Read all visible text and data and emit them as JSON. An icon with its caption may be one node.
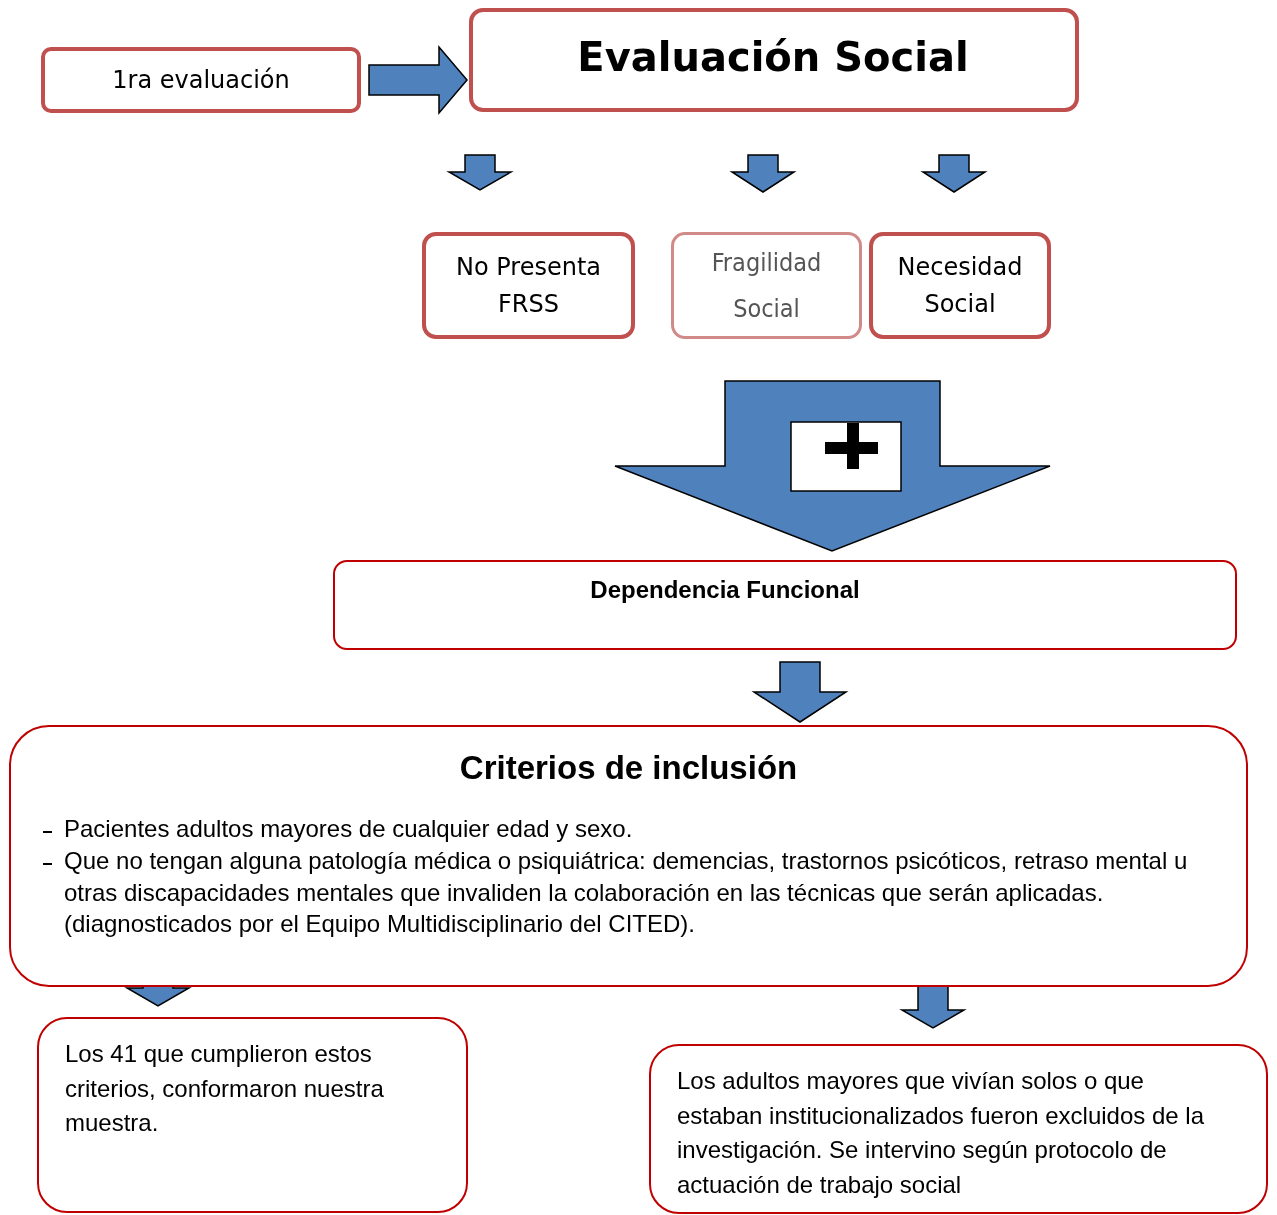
{
  "diagram": {
    "nodes": [
      {
        "text": [
          "1ra evaluación"
        ]
      },
      {
        "text": [
          "Evaluación Social"
        ]
      },
      {
        "text": [
          "No Presenta FRSS"
        ]
      },
      {
        "text": [
          "Fragilidad Social"
        ]
      },
      {
        "text": [
          "Necesidad Social"
        ]
      },
      {
        "text": [
          "Dependencia Funcional"
        ]
      },
      {
        "text": [
          "Criterios de inclusión",
          "Pacientes adultos mayores de cualquier edad y sexo.",
          "Que no tengan alguna patología médica o psiquiátrica: demencias, trastornos psicóticos, retraso mental u otras discapacidades mentales que invaliden la colaboración en las técnicas que serán aplicadas. (diagnosticados por el Equipo Multidisciplinario del CITED)."
        ]
      },
      {
        "text": [
          "Los 41 que cumplieron estos criterios, conformaron nuestra muestra."
        ]
      },
      {
        "text": [
          "Los adultos mayores que vivían solos o que estaban institucionalizados fueron excluidos de la investigación. Se intervino según protocolo de actuación de trabajo social"
        ]
      }
    ],
    "edges": [
      {
        "from": 0,
        "to": 1,
        "arrow": "to"
      },
      {
        "from": 1,
        "to": 2,
        "arrow": "to"
      },
      {
        "from": 1,
        "to": 3,
        "arrow": "to"
      },
      {
        "from": 1,
        "to": 4,
        "arrow": "to"
      },
      {
        "from": 3,
        "to": 5,
        "arrow": "to"
      },
      {
        "from": 4,
        "to": 5,
        "arrow": "to"
      },
      {
        "from": 5,
        "to": 6,
        "arrow": "to"
      },
      {
        "from": 6,
        "to": 7,
        "arrow": "to"
      },
      {
        "from": 6,
        "to": 8,
        "arrow": "to"
      }
    ]
  }
}
